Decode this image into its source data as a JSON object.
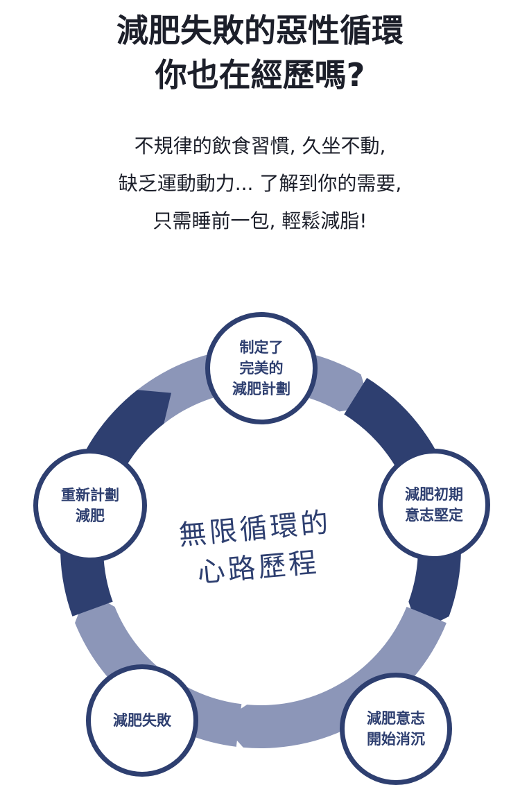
{
  "header": {
    "title_line1": "減肥失敗的惡性循環",
    "title_line2": "你也在經歷嗎?",
    "sub_line1": "不規律的飲食習慣, 久坐不動,",
    "sub_line2": "缺乏運動動力... 了解到你的需要,",
    "sub_line3": "只需睡前一包, 輕鬆減脂!"
  },
  "cycle": {
    "center_label": "無限循環的\n心路歷程",
    "steps": [
      {
        "label": "制定了\n完美的\n減肥計劃"
      },
      {
        "label": "減肥初期\n意志堅定"
      },
      {
        "label": "減肥意志\n開始消沉"
      },
      {
        "label": "減肥失敗"
      },
      {
        "label": "重新計劃\n減肥"
      }
    ],
    "colors": {
      "dark": "#2e3f70",
      "light": "#8c96b8"
    }
  }
}
